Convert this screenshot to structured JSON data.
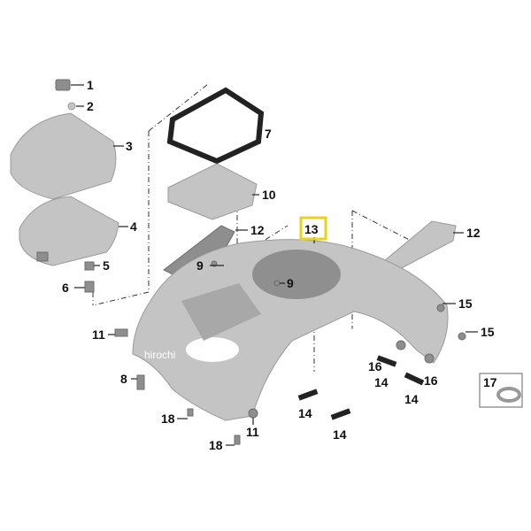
{
  "diagram": {
    "callouts": [
      {
        "id": "c1",
        "text": "1"
      },
      {
        "id": "c2",
        "text": "2"
      },
      {
        "id": "c3",
        "text": "3"
      },
      {
        "id": "c4",
        "text": "4"
      },
      {
        "id": "c5",
        "text": "5"
      },
      {
        "id": "c6",
        "text": "6"
      },
      {
        "id": "c7",
        "text": "7"
      },
      {
        "id": "c8",
        "text": "8"
      },
      {
        "id": "c9a",
        "text": "9"
      },
      {
        "id": "c9b",
        "text": "9"
      },
      {
        "id": "c10",
        "text": "10"
      },
      {
        "id": "c11a",
        "text": "11"
      },
      {
        "id": "c11b",
        "text": "11"
      },
      {
        "id": "c12a",
        "text": "12"
      },
      {
        "id": "c12b",
        "text": "12"
      },
      {
        "id": "c13",
        "text": "13"
      },
      {
        "id": "c14a",
        "text": "14"
      },
      {
        "id": "c14b",
        "text": "14"
      },
      {
        "id": "c14c",
        "text": "14"
      },
      {
        "id": "c14d",
        "text": "14"
      },
      {
        "id": "c15a",
        "text": "15"
      },
      {
        "id": "c15b",
        "text": "15"
      },
      {
        "id": "c16a",
        "text": "16"
      },
      {
        "id": "c16b",
        "text": "16"
      },
      {
        "id": "c17",
        "text": "17"
      },
      {
        "id": "c18a",
        "text": "18"
      },
      {
        "id": "c18b",
        "text": "18"
      }
    ],
    "highlight_color": "#e8d21d",
    "part_color": "#c4c4c4",
    "watermark": "hirochi"
  }
}
